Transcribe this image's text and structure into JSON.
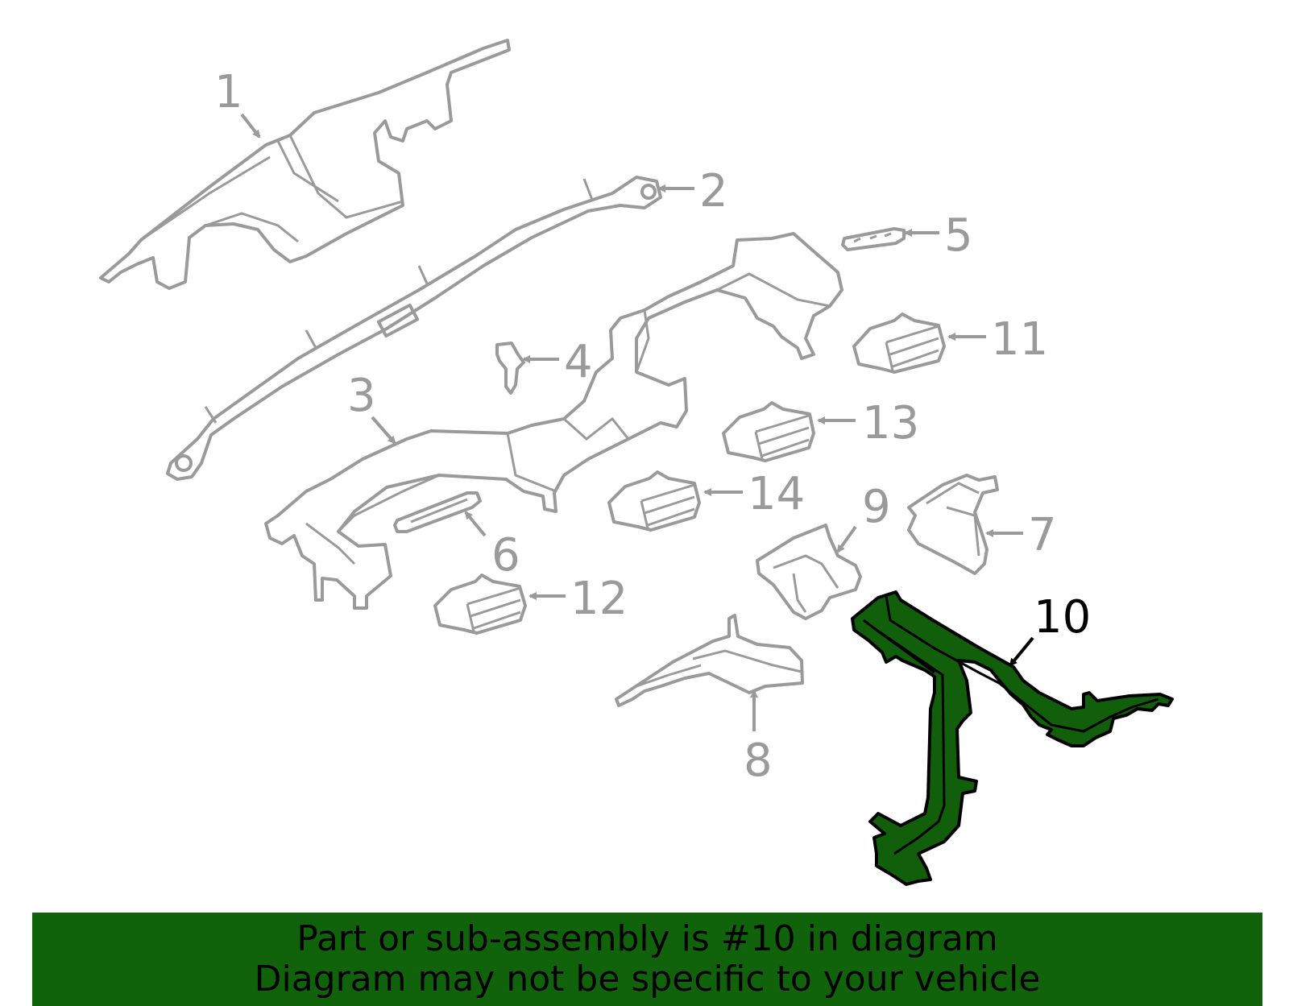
{
  "diagram": {
    "highlight_color": "#115e0b",
    "line_color": "#9a9a9a",
    "callouts": {
      "c1": "1",
      "c2": "2",
      "c3": "3",
      "c4": "4",
      "c5": "5",
      "c6": "6",
      "c7": "7",
      "c8": "8",
      "c9": "9",
      "c10": "10",
      "c11": "11",
      "c12": "12",
      "c13": "13",
      "c14": "14"
    },
    "highlighted_part": "10"
  },
  "banner": {
    "line1": "Part or sub-assembly is #10 in diagram",
    "line2": "Diagram may not be specific to your vehicle",
    "background": "#11630b"
  }
}
